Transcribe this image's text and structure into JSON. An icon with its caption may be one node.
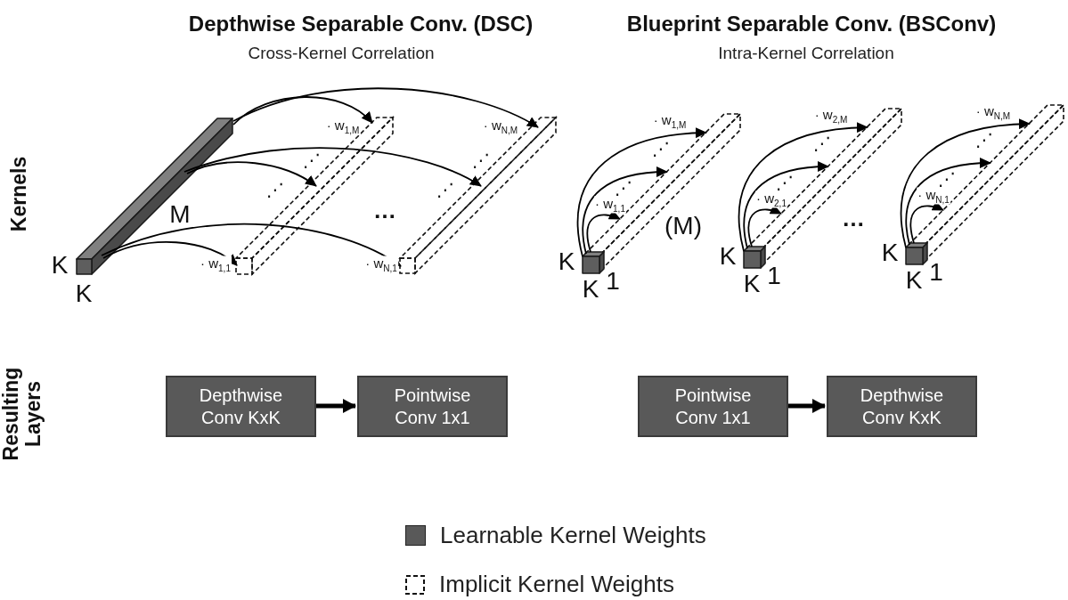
{
  "diagram": {
    "nodes": [
      {
        "text": [],
        "shape": "bar"
      },
      {
        "text": [],
        "shape": "bar"
      },
      {
        "text": [],
        "shape": "bar"
      },
      {
        "text": [],
        "shape": "box"
      },
      {
        "text": [],
        "shape": "bar"
      },
      {
        "text": [],
        "shape": "box"
      },
      {
        "text": [],
        "shape": "bar"
      },
      {
        "text": [],
        "shape": "box"
      },
      {
        "text": [],
        "shape": "bar"
      },
      {
        "text": [
          "Depthwise Conv KxK"
        ]
      },
      {
        "text": [
          "Pointwise Conv 1x1"
        ]
      },
      {
        "text": [
          "Pointwise Conv 1x1"
        ]
      },
      {
        "text": [
          "Depthwise Conv KxK"
        ]
      }
    ],
    "edges": [
      {
        "from": 0,
        "to": 1,
        "arrow": "to",
        "label": "· w$_{1,1}$"
      },
      {
        "from": 0,
        "to": 2,
        "arrow": "to",
        "label": "· w$_{N,1}$"
      },
      {
        "from": 0,
        "to": 1,
        "arrow": "to"
      },
      {
        "from": 0,
        "to": 2,
        "arrow": "to"
      },
      {
        "from": 0,
        "to": 1,
        "arrow": "to",
        "label": "· w$_{1,M}$"
      },
      {
        "from": 0,
        "to": 2,
        "arrow": "to",
        "label": "· w$_{N,M}$"
      },
      {
        "from": 3,
        "to": 4,
        "arrow": "to",
        "label": "· w$_{1,1}$"
      },
      {
        "from": 3,
        "to": 4,
        "arrow": "to"
      },
      {
        "from": 3,
        "to": 4,
        "arrow": "to",
        "label": "· w$_{1,M}$"
      },
      {
        "from": 5,
        "to": 6,
        "arrow": "to",
        "label": "· w$_{2,1}$"
      },
      {
        "from": 5,
        "to": 6,
        "arrow": "to"
      },
      {
        "from": 5,
        "to": 6,
        "arrow": "to",
        "label": "· w$_{2,M}$"
      },
      {
        "from": 7,
        "to": 8,
        "arrow": "to",
        "label": "· w$_{N,1}$"
      },
      {
        "from": 7,
        "to": 8,
        "arrow": "to"
      },
      {
        "from": 7,
        "to": 8,
        "arrow": "to",
        "label": "· w$_{N,M}$"
      },
      {
        "from": 9,
        "to": 10,
        "arrow": "to",
        "style": "thick"
      },
      {
        "from": 11,
        "to": 12,
        "arrow": "to",
        "style": "thick"
      }
    ],
    "labels": [
      "Depthwise Separable Conv. (DSC)",
      "Blueprint Separable Conv. (BSConv)",
      "Cross-Kernel Correlation",
      "Intra-Kernel Correlation",
      "Kernels",
      "⋰",
      "⋰",
      "⋰",
      "⋰",
      "M",
      "…",
      "K",
      "K",
      "⋰",
      "⋰",
      "(M)",
      "K",
      "K",
      "1",
      "⋰",
      "⋰",
      "K",
      "K",
      "1",
      "…",
      "⋰",
      "⋰",
      "K",
      "K",
      "1",
      "Resulting Layers"
    ],
    "legend": [
      {
        "text": "Learnable Kernel Weights",
        "color": "#595959"
      },
      {
        "text": "Implicit Kernel Weights"
      }
    ]
  }
}
